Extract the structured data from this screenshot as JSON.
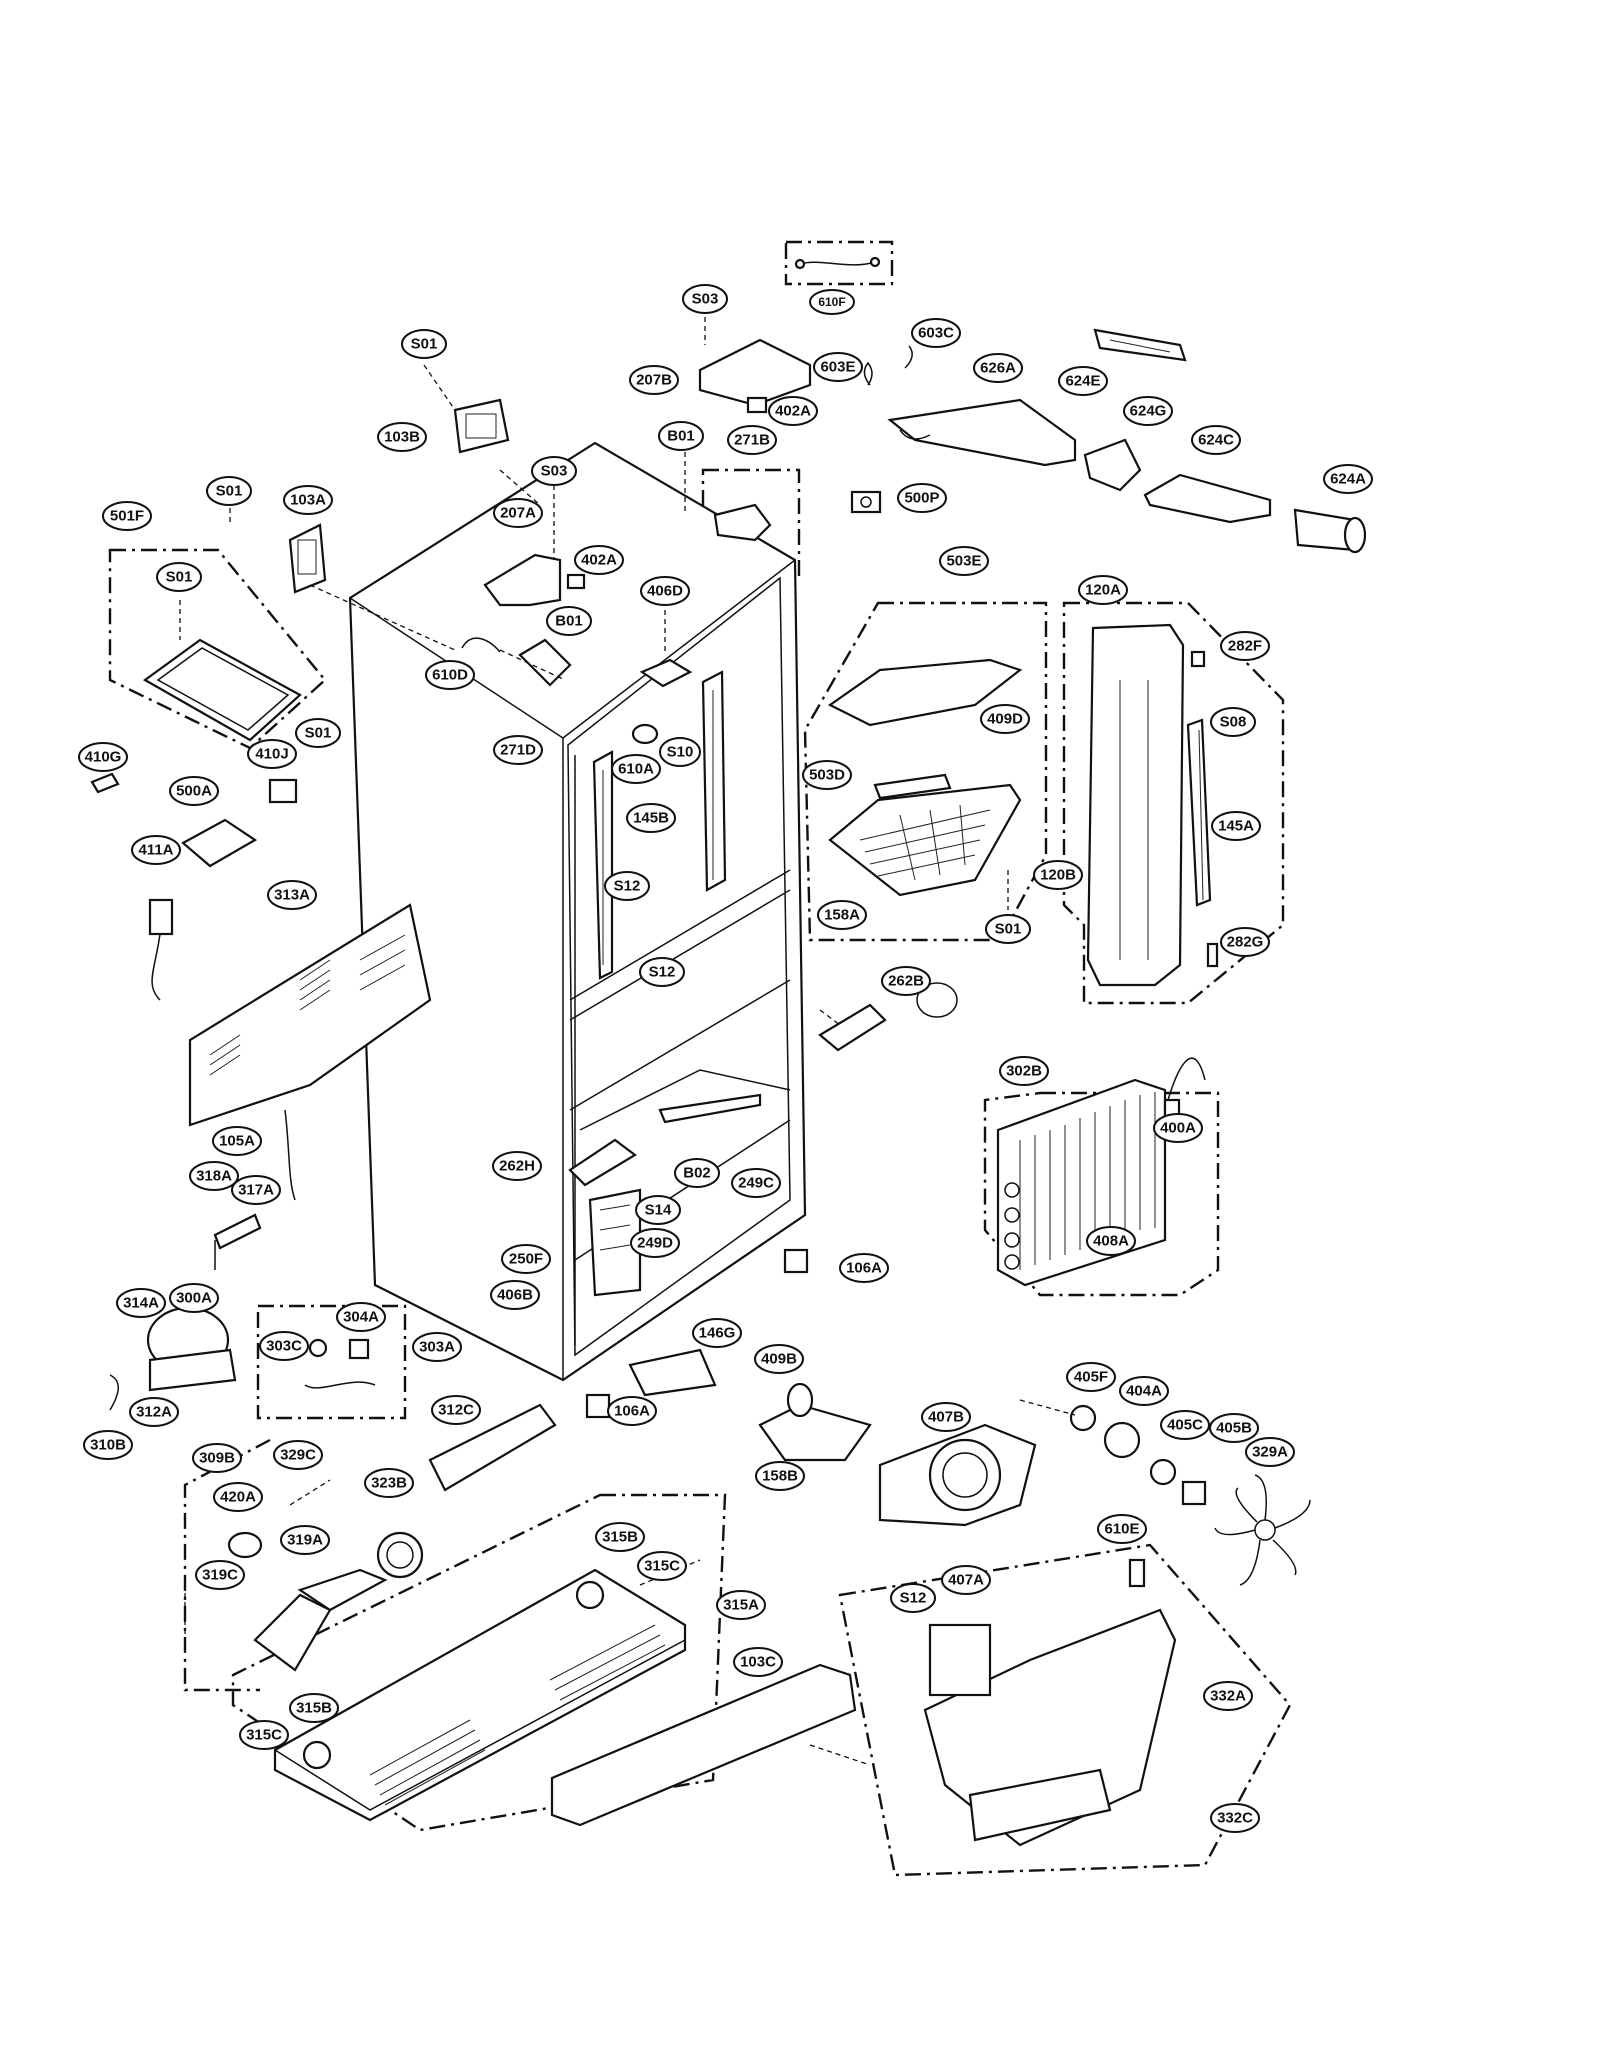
{
  "callouts": {
    "c610F": "610F",
    "cS03a": "S03",
    "c207B": "207B",
    "c402Aa": "402A",
    "c603E": "603E",
    "c603C": "603C",
    "c626A": "626A",
    "c624E": "624E",
    "cS01a": "S01",
    "c103B": "103B",
    "cB01a": "B01",
    "c271B": "271B",
    "cS03b": "S03",
    "c207A": "207A",
    "c402Ab": "402A",
    "c624G": "624G",
    "c624C": "624C",
    "c624A": "624A",
    "c500P": "500P",
    "c501F": "501F",
    "cS01b": "S01",
    "c103A": "103A",
    "cS01c": "S01",
    "cB01b": "B01",
    "c406D": "406D",
    "c503E": "503E",
    "c120A": "120A",
    "c282F": "282F",
    "c610D": "610D",
    "c271D": "271D",
    "c610A": "610A",
    "cS10": "S10",
    "c409D": "409D",
    "cS08": "S08",
    "c410G": "410G",
    "c410J": "410J",
    "cS01d": "S01",
    "c500A": "500A",
    "c145B": "145B",
    "c503D": "503D",
    "c145A": "145A",
    "c411A": "411A",
    "cS12a": "S12",
    "c120B": "120B",
    "c158A": "158A",
    "cS01e": "S01",
    "c313A": "313A",
    "cS12b": "S12",
    "c282G": "282G",
    "c262B": "262B",
    "c302B": "302B",
    "c400A": "400A",
    "c105A": "105A",
    "c262H": "262H",
    "cB02": "B02",
    "c249C": "249C",
    "c318A": "318A",
    "c317A": "317A",
    "cS14": "S14",
    "c408A": "408A",
    "c250F": "250F",
    "c249D": "249D",
    "c106Aa": "106A",
    "c406B": "406B",
    "c314A": "314A",
    "c300A": "300A",
    "c304A": "304A",
    "c303C": "303C",
    "c303A": "303A",
    "c146G": "146G",
    "c409B": "409B",
    "c312C": "312C",
    "c106Ab": "106A",
    "c405F": "405F",
    "c404A": "404A",
    "c312A": "312A",
    "c407B": "407B",
    "c405C": "405C",
    "c405B": "405B",
    "c310B": "310B",
    "c309B": "309B",
    "c329C": "329C",
    "c329A": "329A",
    "c158B": "158B",
    "c323B": "323B",
    "c420A": "420A",
    "c610E": "610E",
    "c315B": "315B",
    "c319A": "319A",
    "c315C": "315C",
    "c319C": "319C",
    "c315A": "315A",
    "cS12c": "S12",
    "c407A": "407A",
    "c103C": "103C",
    "c332A": "332A",
    "c315Bb": "315B",
    "c315Cb": "315C",
    "c332C": "332C"
  }
}
